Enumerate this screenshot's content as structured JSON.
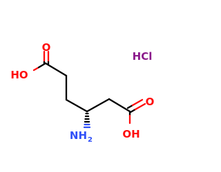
{
  "molecule": {
    "atoms": {
      "ho_left": "HO",
      "o_top": "O",
      "o_right": "O",
      "oh_right": "OH",
      "nh2_main": "NH",
      "nh2_sub": "2"
    },
    "counterion": "HCl"
  },
  "colors": {
    "bond": "#000000",
    "oxygen": "#ff0d0d",
    "nitrogen": "#3050f8",
    "chlorine_salt": "#8b1a8b"
  }
}
